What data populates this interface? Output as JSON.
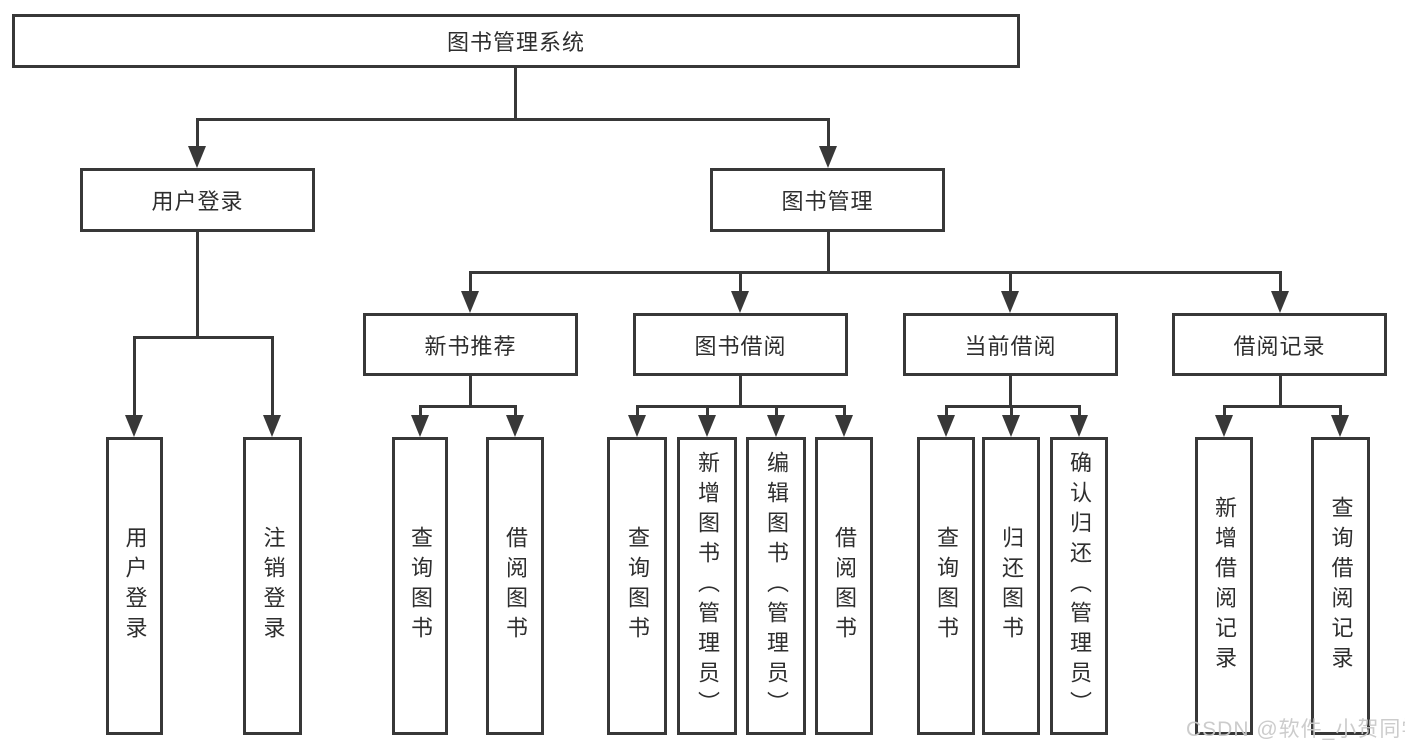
{
  "diagram": {
    "type": "tree",
    "orientation": "top-down",
    "colors": {
      "line": "#383838",
      "box_border": "#383838",
      "box_background": "#ffffff",
      "text": "#2e2e2e",
      "page_background": "#ffffff",
      "watermark": "#c9c9c9"
    },
    "root": {
      "label": "图书管理系统"
    },
    "branches": [
      {
        "label": "用户登录",
        "children": [
          {
            "label": "用户登录"
          },
          {
            "label": "注销登录"
          }
        ]
      },
      {
        "label": "图书管理",
        "children": [
          {
            "label": "新书推荐",
            "children": [
              {
                "label": "查询图书"
              },
              {
                "label": "借阅图书"
              }
            ]
          },
          {
            "label": "图书借阅",
            "children": [
              {
                "label": "查询图书"
              },
              {
                "label": "新增图书（管理员）"
              },
              {
                "label": "编辑图书（管理员）"
              },
              {
                "label": "借阅图书"
              }
            ]
          },
          {
            "label": "当前借阅",
            "children": [
              {
                "label": "查询图书"
              },
              {
                "label": "归还图书"
              },
              {
                "label": "确认归还（管理员）"
              }
            ]
          },
          {
            "label": "借阅记录",
            "children": [
              {
                "label": "新增借阅记录"
              },
              {
                "label": "查询借阅记录"
              }
            ]
          }
        ]
      }
    ],
    "watermark": "CSDN @软件_小贺同学"
  }
}
